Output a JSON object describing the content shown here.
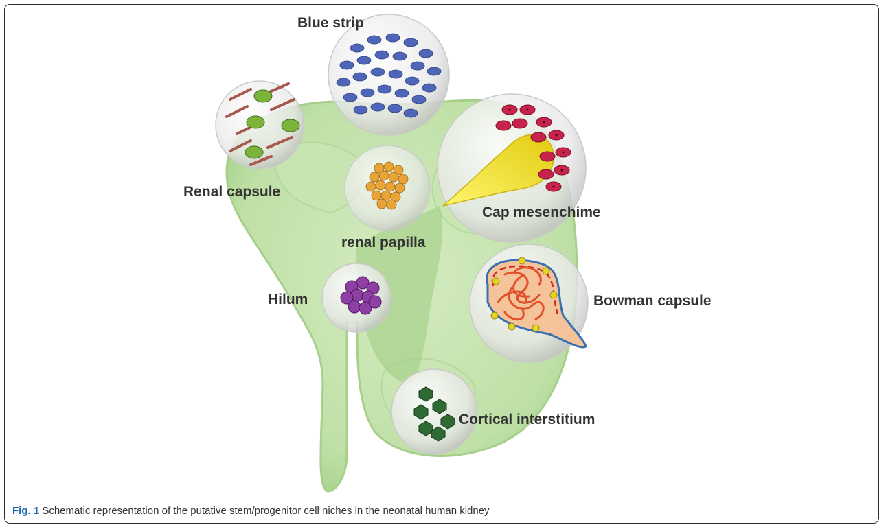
{
  "labels": {
    "blue_strip": "Blue strip",
    "renal_capsule": "Renal capsule",
    "renal_papilla": "renal papilla",
    "cap_mesenchime": "Cap mesenchime",
    "hilum": "Hilum",
    "bowman_capsule": "Bowman capsule",
    "cortical_interstitium": "Cortical interstitium"
  },
  "caption": {
    "fig_label": "Fig. 1",
    "text": " Schematic representation of the putative stem/progenitor cell niches in the neonatal human kidney"
  },
  "colors": {
    "kidney": "#b9dca0",
    "kidney_light": "#dcefcc",
    "blue_cells": "#4f66b8",
    "red_cells": "#c8234a",
    "yellow_bud": "#f4e31e",
    "orange_cells": "#e9a437",
    "purple_cells": "#8e3fa3",
    "green_cells_capsule": "#7cb33a",
    "dark_green_cells": "#2f6a35",
    "bowman_fill": "#f5c39a",
    "bowman_border": "#3a6fb0",
    "capillary": "#e0502a"
  }
}
